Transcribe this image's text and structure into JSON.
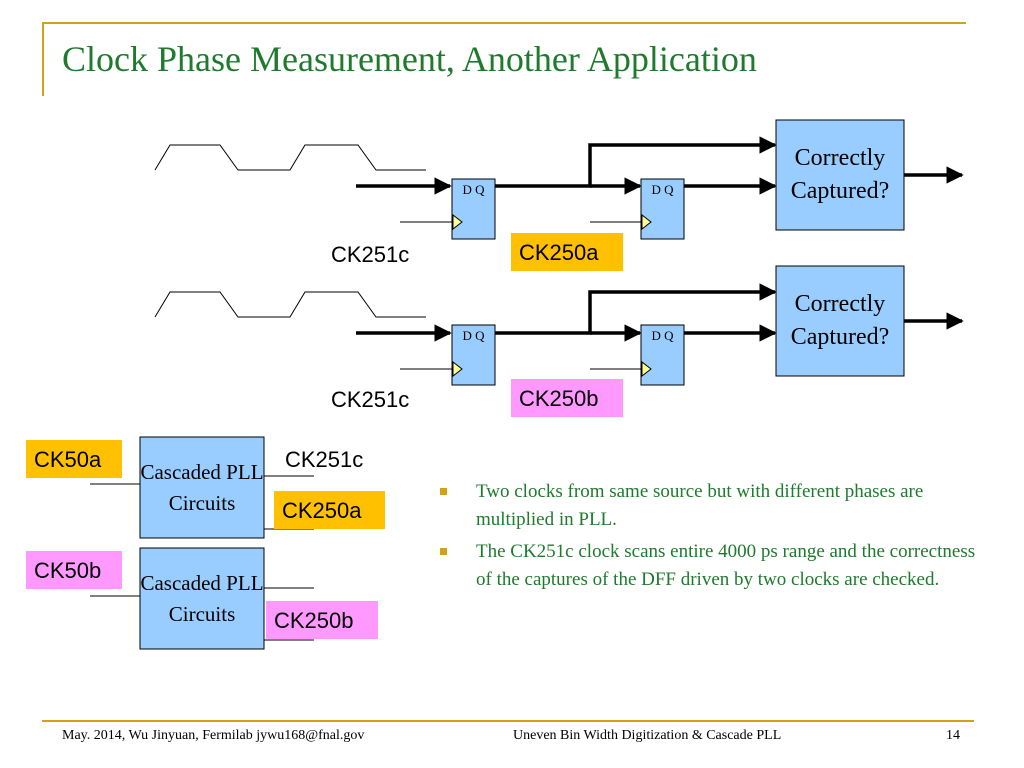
{
  "slide": {
    "title": "Clock Phase Measurement, Another Application"
  },
  "circuits": [
    {
      "ff1_label": "D Q",
      "ff2_label": "D Q",
      "capture_label": "Correctly Captured?",
      "clock_in_label": "CK251c",
      "clock_tag": "CK250a",
      "clock_tag_color": "#ffc000"
    },
    {
      "ff1_label": "D Q",
      "ff2_label": "D Q",
      "capture_label": "Correctly Captured?",
      "clock_in_label": "CK251c",
      "clock_tag": "CK250b",
      "clock_tag_color": "#ff99ff"
    }
  ],
  "pll_blocks": [
    {
      "input_tag": "CK50a",
      "label": "Cascaded PLL Circuits",
      "output_label": "CK251c",
      "output_tag": "CK250a"
    },
    {
      "input_tag": "CK50b",
      "label": "Cascaded PLL Circuits",
      "output_tag": "CK250b"
    }
  ],
  "bullets": [
    "Two clocks from same source but with different phases are multiplied in PLL.",
    "The CK251c clock scans entire 4000 ps range and the correctness of the captures of the DFF driven by two clocks are checked."
  ],
  "footer": {
    "left": "May. 2014, Wu Jinyuan, Fermilab jywu168@fnal.gov",
    "center": "Uneven Bin Width Digitization & Cascade PLL",
    "page": "14"
  },
  "colors": {
    "title_green": "#1f7a2e",
    "accent_gold": "#d4a017",
    "block_blue": "#99ccff",
    "tag_orange": "#ffc000",
    "tag_pink": "#ff99ff"
  }
}
